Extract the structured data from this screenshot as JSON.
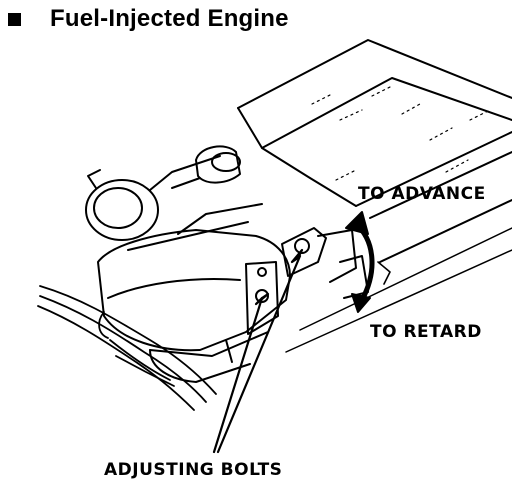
{
  "header": {
    "title": "Fuel-Injected Engine"
  },
  "callouts": {
    "advance": "TO ADVANCE",
    "retard": "TO RETARD",
    "adjusting_bolts": "ADJUSTING BOLTS"
  }
}
